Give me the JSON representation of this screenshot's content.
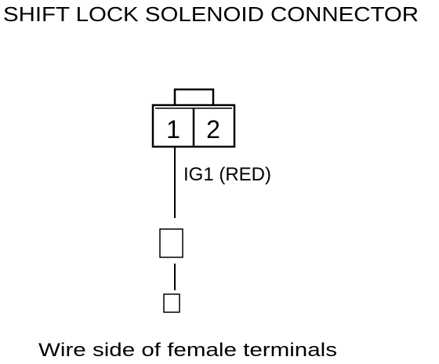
{
  "title": "SHIFT LOCK SOLENOID CONNECTOR",
  "connector": {
    "pins": [
      "1",
      "2"
    ]
  },
  "wire": {
    "label": "IG1 (RED)",
    "color": "#000000"
  },
  "caption": "Wire side of female terminals"
}
